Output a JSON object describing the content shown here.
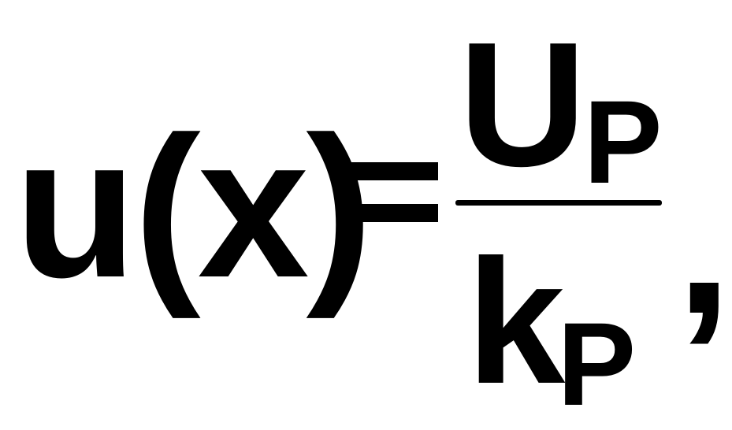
{
  "formula": {
    "lhs": "u(x)",
    "equals": "=",
    "numerator": {
      "main": "U",
      "subscript": "P"
    },
    "denominator": {
      "main": "k",
      "subscript": "P"
    },
    "trailing": ","
  }
}
